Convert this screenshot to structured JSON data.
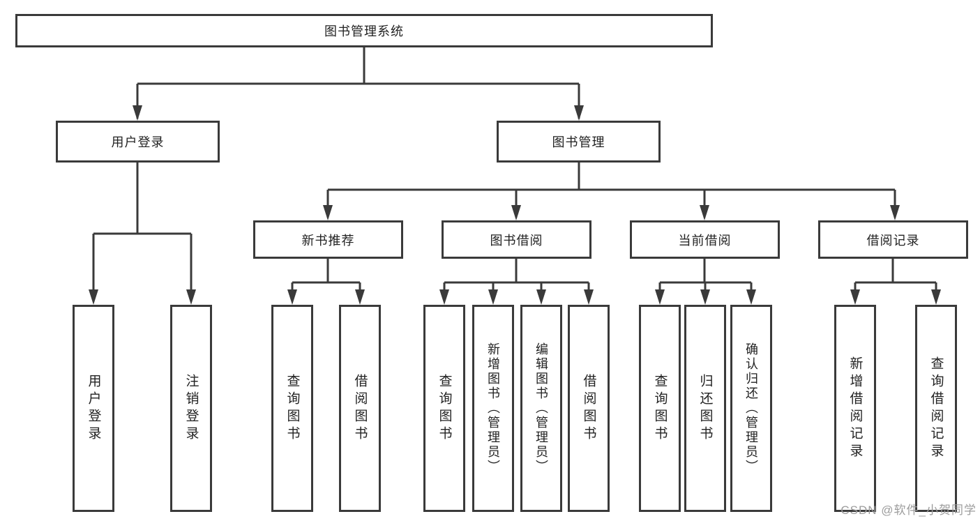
{
  "diagram": {
    "root": {
      "label": "图书管理系统"
    },
    "branches": [
      {
        "label": "用户登录",
        "children": [
          {
            "label": "用户登录"
          },
          {
            "label": "注销登录"
          }
        ]
      },
      {
        "label": "图书管理",
        "children": [
          {
            "label": "新书推荐",
            "children": [
              {
                "label": "查询图书"
              },
              {
                "label": "借阅图书"
              }
            ]
          },
          {
            "label": "图书借阅",
            "children": [
              {
                "label": "查询图书"
              },
              {
                "label": "新增图书（管理员）"
              },
              {
                "label": "编辑图书（管理员）"
              },
              {
                "label": "借阅图书"
              }
            ]
          },
          {
            "label": "当前借阅",
            "children": [
              {
                "label": "查询图书"
              },
              {
                "label": "归还图书"
              },
              {
                "label": "确认归还（管理员）"
              }
            ]
          },
          {
            "label": "借阅记录",
            "children": [
              {
                "label": "新增借阅记录"
              },
              {
                "label": "查询借阅记录"
              }
            ]
          }
        ]
      }
    ]
  },
  "watermark": {
    "text": "CSDN @软件_小贺同学"
  },
  "colors": {
    "line": "#3a3a3a",
    "box_border": "#3a3a3a",
    "box_fill": "#ffffff",
    "text": "#222222",
    "watermark": "#9c9c9c",
    "background": "#ffffff"
  }
}
